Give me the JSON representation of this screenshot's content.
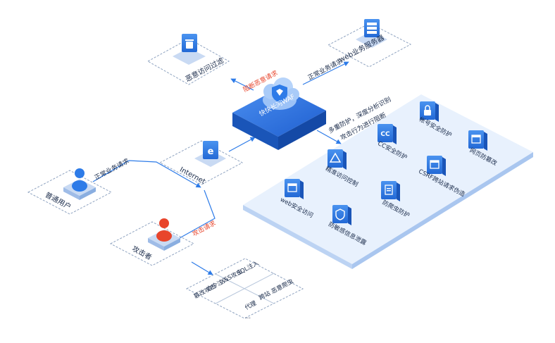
{
  "nodes": {
    "waf": {
      "label": "快快长河WAF"
    },
    "malicious_filter": {
      "label": "恶意访问过滤"
    },
    "web_server": {
      "label": "web业务服务器"
    },
    "internet": {
      "label": "Internet"
    },
    "normal_user": {
      "label": "普通用户"
    },
    "attacker": {
      "label": "攻击者"
    }
  },
  "edges": {
    "block": "阻断恶意请求",
    "normal_to_server": "正常业务请求",
    "user_request": "正常业务请求",
    "attack_request": "攻击请求",
    "analysis_line1": "多重防护，深度分析识别",
    "analysis_line2": "攻击行为进行阻断"
  },
  "protections": [
    {
      "label": "帐号安全防护",
      "icon": "lock-icon"
    },
    {
      "label": "CC安全防护",
      "icon": "cc-icon"
    },
    {
      "label": "网页防篡改",
      "icon": "browser-icon"
    },
    {
      "label": "精准访问控制",
      "icon": "warning-icon"
    },
    {
      "label": "CSRF跨站请求伪造",
      "icon": "browser-icon"
    },
    {
      "label": "web安全访问",
      "icon": "browser-icon"
    },
    {
      "label": "防爬虫防护",
      "icon": "document-icon"
    },
    {
      "label": "防敏感信息泄露",
      "icon": "shield-icon"
    }
  ],
  "attack_types": {
    "col1": [
      "SQL注入",
      "XSS攻击",
      "命令注入",
      "篡改攻击"
    ],
    "col2": [
      "恶意爬虫",
      "跨站",
      "代理",
      "..."
    ]
  },
  "colors": {
    "primary": "#2d7be8",
    "primary_dark": "#1a5fc9",
    "accent_red": "#e8452c",
    "platform": "#e8f1fd",
    "dash": "#8fa3c0"
  }
}
